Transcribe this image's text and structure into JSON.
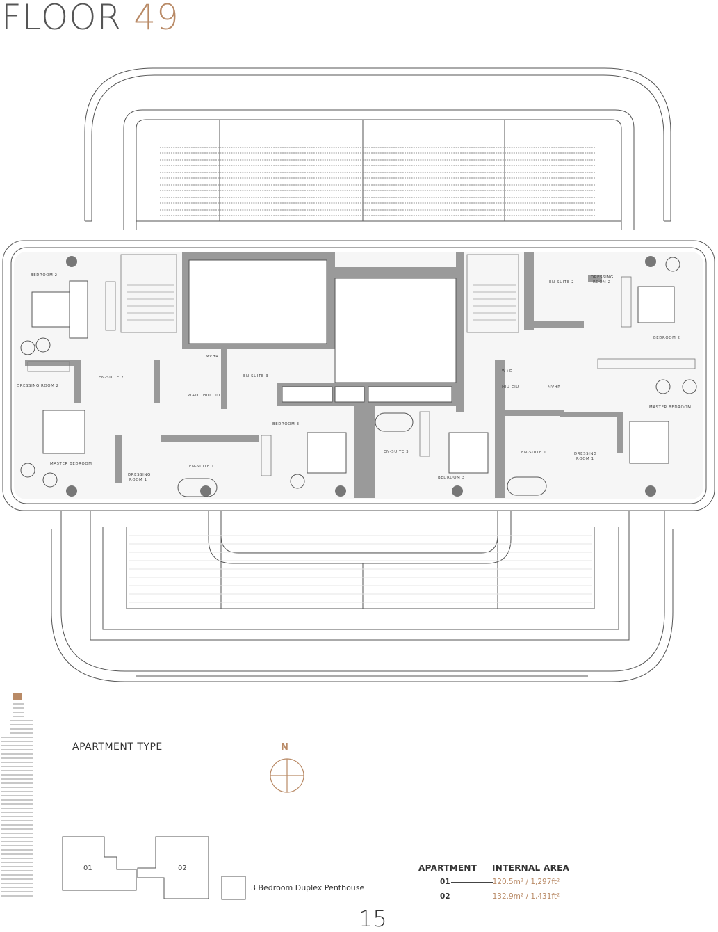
{
  "header": {
    "title_word": "FLOOR",
    "title_number": "49"
  },
  "rooms": {
    "bedroom2_left": "BEDROOM 2",
    "ensuite2_left": "EN-SUITE 2",
    "dressing2_left": "DRESSING ROOM 2",
    "master_left": "MASTER BEDROOM",
    "dressing1_left": "DRESSING",
    "dressing1_left_b": "ROOM 1",
    "ensuite1_left": "EN-SUITE 1",
    "ensuite3_left": "EN-SUITE 3",
    "bedroom3_left": "BEDROOM 3",
    "wd_left": "W+D",
    "hiu_left": "HIU CIU",
    "mvhr_left": "MVHR",
    "ensuite2_right": "EN-SUITE 2",
    "dressing2_right": "DRESSING",
    "dressing2_right_b": "ROOM 2",
    "bedroom2_right": "BEDROOM 2",
    "master_right": "MASTER BEDROOM",
    "ensuite3_right": "EN-SUITE 3",
    "bedroom3_right": "BEDROOM 3",
    "ensuite1_right": "EN-SUITE 1",
    "dressing1_right": "DRESSING",
    "dressing1_right_b": "ROOM 1",
    "wd_right": "W+D",
    "hiu_right": "HIU CIU",
    "mvhr_right": "MVHR"
  },
  "legend": {
    "apartment_type": "APARTMENT TYPE",
    "north": "N",
    "unit_01": "01",
    "unit_02": "02",
    "type_label": "3 Bedroom Duplex Penthouse"
  },
  "areas": {
    "col_apartment": "APARTMENT",
    "col_internal_area": "INTERNAL AREA",
    "rows": [
      {
        "id": "01",
        "area": "120.5m² / 1,297ft²"
      },
      {
        "id": "02",
        "area": "132.9m² / 1,431ft²"
      }
    ]
  },
  "footer": {
    "page_number": "15"
  },
  "colors": {
    "accent": "#b98a66",
    "wall": "#9a9a9a",
    "line": "#555555"
  }
}
